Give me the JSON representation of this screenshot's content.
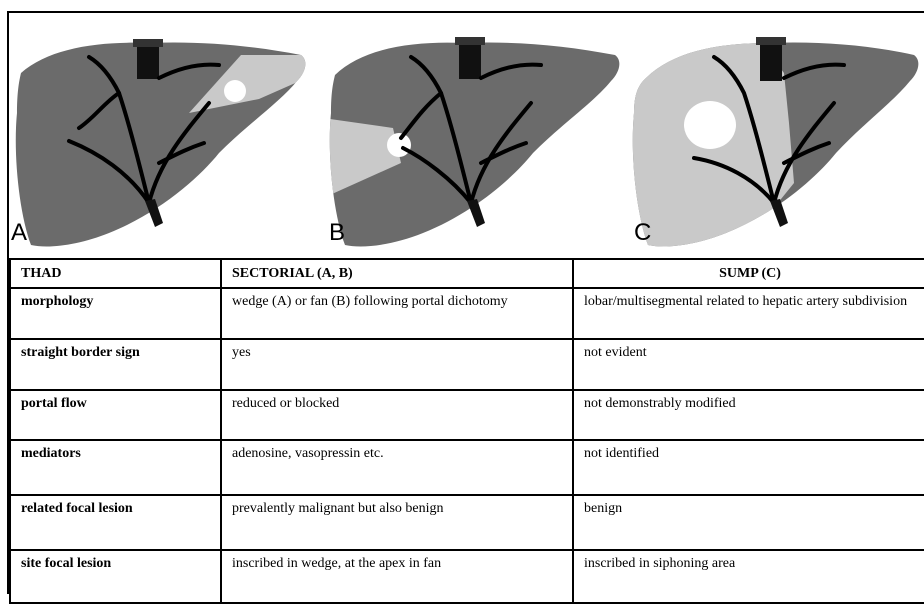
{
  "panels": [
    {
      "label": "A"
    },
    {
      "label": "B"
    },
    {
      "label": "C"
    }
  ],
  "table": {
    "headers": [
      "THAD",
      "SECTORIAL (A, B)",
      "SUMP (C)"
    ],
    "rows": [
      {
        "label": "morphology",
        "sectorial": "wedge (A) or fan (B) following portal dichotomy",
        "sump": "lobar/multisegmental related to hepatic artery subdivision"
      },
      {
        "label": "straight border sign",
        "sectorial": "yes",
        "sump": "not evident"
      },
      {
        "label": "portal flow",
        "sectorial": "reduced or blocked",
        "sump": "not demonstrably modified"
      },
      {
        "label": "mediators",
        "sectorial": "adenosine, vasopressin etc.",
        "sump": "not identified"
      },
      {
        "label": "related focal lesion",
        "sectorial": "prevalently malignant but also benign",
        "sump": "benign"
      },
      {
        "label": "site focal lesion",
        "sectorial": "inscribed in wedge, at the apex in fan",
        "sump": "inscribed in siphoning area"
      }
    ]
  }
}
